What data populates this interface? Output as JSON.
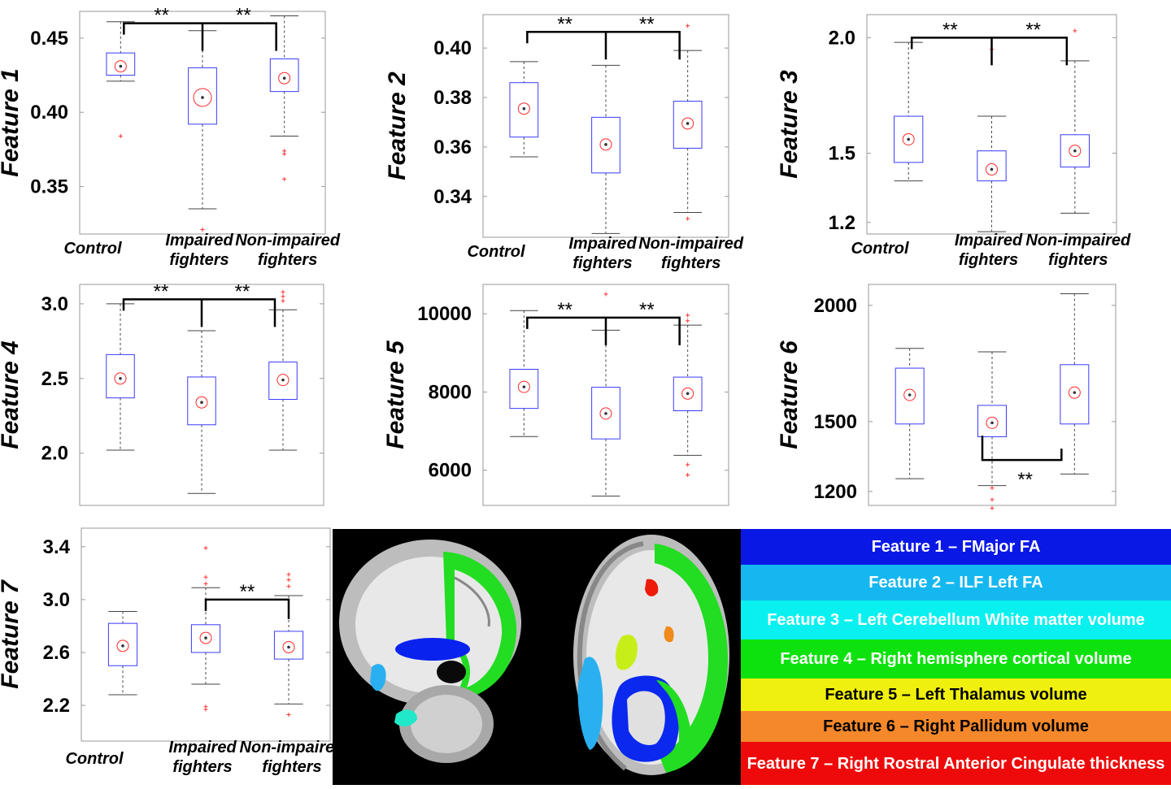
{
  "colors": {
    "box": "#3b3bff",
    "whisker": "#444444",
    "median": "#d00000",
    "outlier": "#ff3333",
    "mean_circle": "#ff2a2a",
    "frame": "#999999",
    "sig": "#000000"
  },
  "chart_data": [
    {
      "type": "box",
      "ylabel": "Feature 1",
      "categories": [
        "Control",
        "Impaired fighters",
        "Non-impaired fighters"
      ],
      "ylim": [
        0.318,
        0.468
      ],
      "yticks": [
        {
          "v": 0.35,
          "label": "0.35"
        },
        {
          "v": 0.4,
          "label": "0.40"
        },
        {
          "v": 0.45,
          "label": "0.45"
        }
      ],
      "boxes": [
        {
          "q1": 0.425,
          "median": 0.431,
          "q3": 0.44,
          "whisker_low": 0.421,
          "whisker_high": 0.461,
          "mean": 0.431,
          "outliers": [
            0.384
          ]
        },
        {
          "q1": 0.392,
          "median": 0.41,
          "q3": 0.43,
          "whisker_low": 0.335,
          "whisker_high": 0.455,
          "mean": 0.41,
          "outliers": [
            0.321
          ]
        },
        {
          "q1": 0.414,
          "median": 0.423,
          "q3": 0.436,
          "whisker_low": 0.384,
          "whisker_high": 0.465,
          "mean": 0.423,
          "outliers": [
            0.374,
            0.372,
            0.355
          ]
        }
      ],
      "significance": [
        {
          "type": "fork",
          "from": 1,
          "to": [
            0,
            2
          ],
          "level": 0.46,
          "label": "**"
        }
      ]
    },
    {
      "type": "box",
      "ylabel": "Feature 2",
      "categories": [
        "Control",
        "Impaired fighters",
        "Non-impaired fighters"
      ],
      "ylim": [
        0.3235,
        0.4135
      ],
      "yticks": [
        {
          "v": 0.34,
          "label": "0.34"
        },
        {
          "v": 0.36,
          "label": "0.36"
        },
        {
          "v": 0.38,
          "label": "0.38"
        },
        {
          "v": 0.4,
          "label": "0.40"
        }
      ],
      "boxes": [
        {
          "q1": 0.364,
          "median": 0.3755,
          "q3": 0.386,
          "whisker_low": 0.356,
          "whisker_high": 0.3945,
          "mean": 0.3755,
          "outliers": []
        },
        {
          "q1": 0.3495,
          "median": 0.361,
          "q3": 0.372,
          "whisker_low": 0.325,
          "whisker_high": 0.393,
          "mean": 0.361,
          "outliers": []
        },
        {
          "q1": 0.3595,
          "median": 0.3695,
          "q3": 0.3785,
          "whisker_low": 0.3335,
          "whisker_high": 0.399,
          "mean": 0.3695,
          "outliers": [
            0.409,
            0.331
          ]
        }
      ],
      "significance": [
        {
          "type": "fork",
          "from": 1,
          "to": [
            0,
            2
          ],
          "level": 0.4065,
          "label": "**"
        }
      ]
    },
    {
      "type": "box",
      "ylabel": "Feature 3",
      "categories": [
        "Control",
        "Impaired fighters",
        "Non-impaired fighters"
      ],
      "ylim": [
        1.15,
        2.1
      ],
      "yticks": [
        {
          "v": 1.2,
          "label": "1.2"
        },
        {
          "v": 1.5,
          "label": "1.5"
        },
        {
          "v": 2.0,
          "label": "2.0"
        }
      ],
      "boxes": [
        {
          "q1": 1.46,
          "median": 1.56,
          "q3": 1.66,
          "whisker_low": 1.38,
          "whisker_high": 1.98,
          "mean": 1.56,
          "outliers": []
        },
        {
          "q1": 1.38,
          "median": 1.43,
          "q3": 1.51,
          "whisker_low": 1.16,
          "whisker_high": 1.66,
          "mean": 1.43,
          "outliers": [
            1.95
          ]
        },
        {
          "q1": 1.44,
          "median": 1.51,
          "q3": 1.58,
          "whisker_low": 1.24,
          "whisker_high": 1.9,
          "mean": 1.51,
          "outliers": [
            2.03
          ]
        }
      ],
      "significance": [
        {
          "type": "fork",
          "from": 1,
          "to": [
            0,
            2
          ],
          "level": 2.0,
          "label": "**"
        }
      ]
    },
    {
      "type": "box",
      "ylabel": "Feature 4",
      "categories": [
        "Control",
        "Impaired fighters",
        "Non-impaired fighters"
      ],
      "ylim": [
        1.65,
        3.13
      ],
      "yticks": [
        {
          "v": 2.0,
          "label": "2.0"
        },
        {
          "v": 2.5,
          "label": "2.5"
        },
        {
          "v": 3.0,
          "label": "3.0"
        }
      ],
      "boxes": [
        {
          "q1": 2.37,
          "median": 2.5,
          "q3": 2.66,
          "whisker_low": 2.02,
          "whisker_high": 3.0,
          "mean": 2.5,
          "outliers": []
        },
        {
          "q1": 2.19,
          "median": 2.34,
          "q3": 2.51,
          "whisker_low": 1.73,
          "whisker_high": 2.82,
          "mean": 2.34,
          "outliers": []
        },
        {
          "q1": 2.36,
          "median": 2.49,
          "q3": 2.61,
          "whisker_low": 2.02,
          "whisker_high": 2.96,
          "mean": 2.49,
          "outliers": [
            3.08,
            3.05,
            3.02
          ]
        }
      ],
      "significance": [
        {
          "type": "fork",
          "from": 1,
          "to": [
            0,
            2
          ],
          "level": 3.03,
          "label": "**"
        }
      ]
    },
    {
      "type": "box",
      "ylabel": "Feature 5",
      "categories": [
        "Control",
        "Impaired fighters",
        "Non-impaired fighters"
      ],
      "ylim": [
        5100,
        10750
      ],
      "yticks": [
        {
          "v": 6000,
          "label": "6000"
        },
        {
          "v": 8000,
          "label": "8000"
        },
        {
          "v": 10000,
          "label": "10000"
        }
      ],
      "boxes": [
        {
          "q1": 7580,
          "median": 8130,
          "q3": 8580,
          "whisker_low": 6860,
          "whisker_high": 10080,
          "mean": 8130,
          "outliers": []
        },
        {
          "q1": 6800,
          "median": 7450,
          "q3": 8120,
          "whisker_low": 5340,
          "whisker_high": 9580,
          "mean": 7450,
          "outliers": [
            10500
          ]
        },
        {
          "q1": 7520,
          "median": 7960,
          "q3": 8380,
          "whisker_low": 6380,
          "whisker_high": 9710,
          "mean": 7960,
          "outliers": [
            9960,
            9820,
            6140,
            5880
          ]
        }
      ],
      "significance": [
        {
          "type": "fork",
          "from": 1,
          "to": [
            0,
            2
          ],
          "level": 9900,
          "label": "**"
        }
      ]
    },
    {
      "type": "box",
      "ylabel": "Feature 6",
      "categories": [
        "Control",
        "Impaired fighters",
        "Non-impaired fighters"
      ],
      "ylim": [
        1140,
        2090
      ],
      "yticks": [
        {
          "v": 1200,
          "label": "1200"
        },
        {
          "v": 1500,
          "label": "1500"
        },
        {
          "v": 2000,
          "label": "2000"
        }
      ],
      "boxes": [
        {
          "q1": 1490,
          "median": 1615,
          "q3": 1730,
          "whisker_low": 1255,
          "whisker_high": 1815,
          "mean": 1615,
          "outliers": []
        },
        {
          "q1": 1435,
          "median": 1495,
          "q3": 1570,
          "whisker_low": 1225,
          "whisker_high": 1800,
          "mean": 1495,
          "outliers": [
            1215,
            1165,
            1128
          ]
        },
        {
          "q1": 1490,
          "median": 1625,
          "q3": 1745,
          "whisker_low": 1275,
          "whisker_high": 2050,
          "mean": 1625,
          "outliers": []
        }
      ],
      "significance": [
        {
          "type": "bracket_below",
          "from": 1,
          "to": 2,
          "level": 1335,
          "label": "**"
        }
      ]
    },
    {
      "type": "box",
      "ylabel": "Feature 7",
      "categories": [
        "Control",
        "Impaired fighters",
        "Non-impaired fighters"
      ],
      "ylim": [
        1.93,
        3.54
      ],
      "yticks": [
        {
          "v": 2.2,
          "label": "2.2"
        },
        {
          "v": 2.6,
          "label": "2.6"
        },
        {
          "v": 3.0,
          "label": "3.0"
        },
        {
          "v": 3.4,
          "label": "3.4"
        }
      ],
      "boxes": [
        {
          "q1": 2.5,
          "median": 2.65,
          "q3": 2.82,
          "whisker_low": 2.28,
          "whisker_high": 2.91,
          "mean": 2.65,
          "outliers": []
        },
        {
          "q1": 2.6,
          "median": 2.71,
          "q3": 2.81,
          "whisker_low": 2.36,
          "whisker_high": 3.09,
          "mean": 2.71,
          "outliers": [
            3.39,
            3.17,
            3.12,
            2.19,
            2.17
          ]
        },
        {
          "q1": 2.55,
          "median": 2.64,
          "q3": 2.76,
          "whisker_low": 2.21,
          "whisker_high": 3.03,
          "mean": 2.64,
          "outliers": [
            3.19,
            3.15,
            3.1,
            2.13
          ]
        }
      ],
      "significance": [
        {
          "type": "bracket",
          "from": 1,
          "to": 2,
          "level": 3.0,
          "label": "**"
        }
      ]
    }
  ],
  "legend": [
    {
      "label": "Feature 1 – FMajor FA",
      "color": "#0a18e6",
      "text_color": "#ffffff"
    },
    {
      "label": "Feature 2 – ILF Left FA",
      "color": "#15b7f0",
      "text_color": "#ffffff"
    },
    {
      "label": "Feature 3 – Left Cerebellum White matter volume",
      "color": "#0af0f0",
      "text_color": "#ffffff"
    },
    {
      "label": "Feature 4 – Right hemisphere cortical volume",
      "color": "#0ee20e",
      "text_color": "#ffffff"
    },
    {
      "label": "Feature 5 – Left Thalamus volume",
      "color": "#f0f00e",
      "text_color": "#000000"
    },
    {
      "label": "Feature 6 – Right Pallidum volume",
      "color": "#f5882a",
      "text_color": "#000000"
    },
    {
      "label": "Feature 7 – Right Rostral Anterior Cingulate thickness",
      "color": "#ee0a0a",
      "text_color": "#ffffff"
    }
  ]
}
